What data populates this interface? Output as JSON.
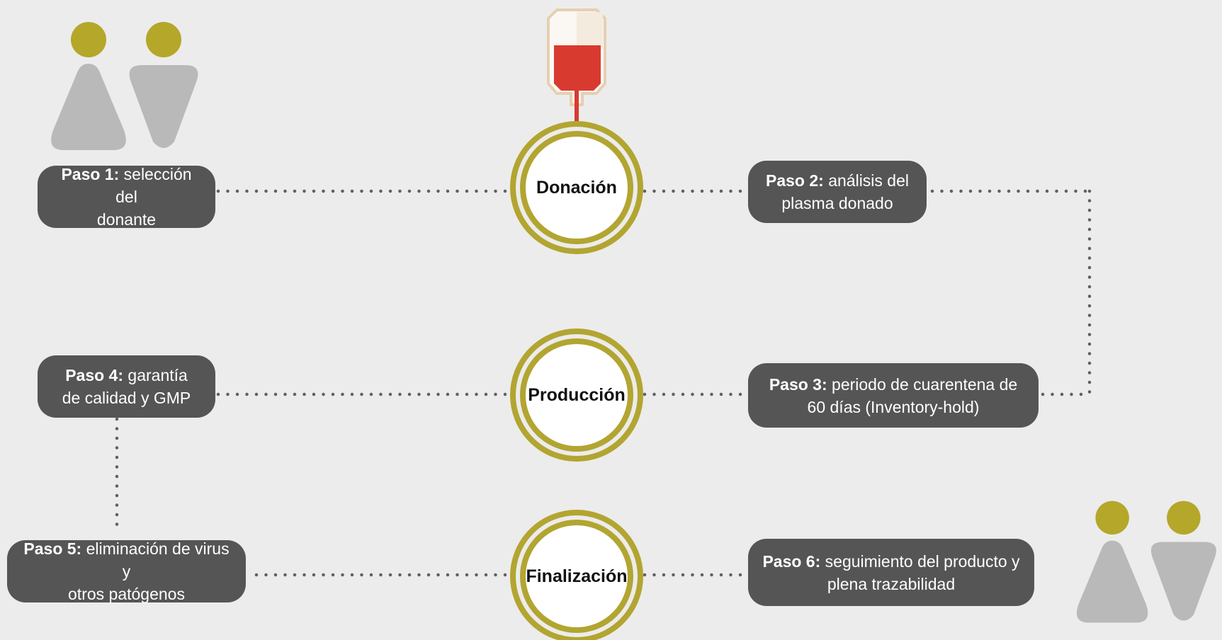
{
  "colors": {
    "background": "#ececec",
    "step_box": "#555555",
    "ring": "#b2a531",
    "head": "#b4a72a",
    "figure_body": "#b9b9b9",
    "dots": "#606060",
    "blood": "#d93a2f",
    "bag_outline": "#e6cfb1",
    "bag_fill": "#fbf8f3"
  },
  "icons": {
    "donors_top": "donor-couple-icon",
    "donors_bottom": "patient-couple-icon",
    "blood_bag": "blood-bag-icon"
  },
  "stages": [
    {
      "label": "Donación"
    },
    {
      "label": "Producción"
    },
    {
      "label": "Finalización"
    }
  ],
  "steps": [
    {
      "prefix": "Paso 1:",
      "line1": "selección del",
      "line2": "donante"
    },
    {
      "prefix": "Paso 2:",
      "line1": "análisis del",
      "line2": "plasma donado"
    },
    {
      "prefix": "Paso 3:",
      "line1": "periodo de cuarentena de",
      "line2": "60 días (Inventory-hold)"
    },
    {
      "prefix": "Paso 4:",
      "line1": "garantía",
      "line2": "de calidad y GMP"
    },
    {
      "prefix": "Paso 5:",
      "line1": "eliminación de virus y",
      "line2": "otros patógenos"
    },
    {
      "prefix": "Paso 6:",
      "line1": "seguimiento del producto y",
      "line2": "plena trazabilidad"
    }
  ]
}
